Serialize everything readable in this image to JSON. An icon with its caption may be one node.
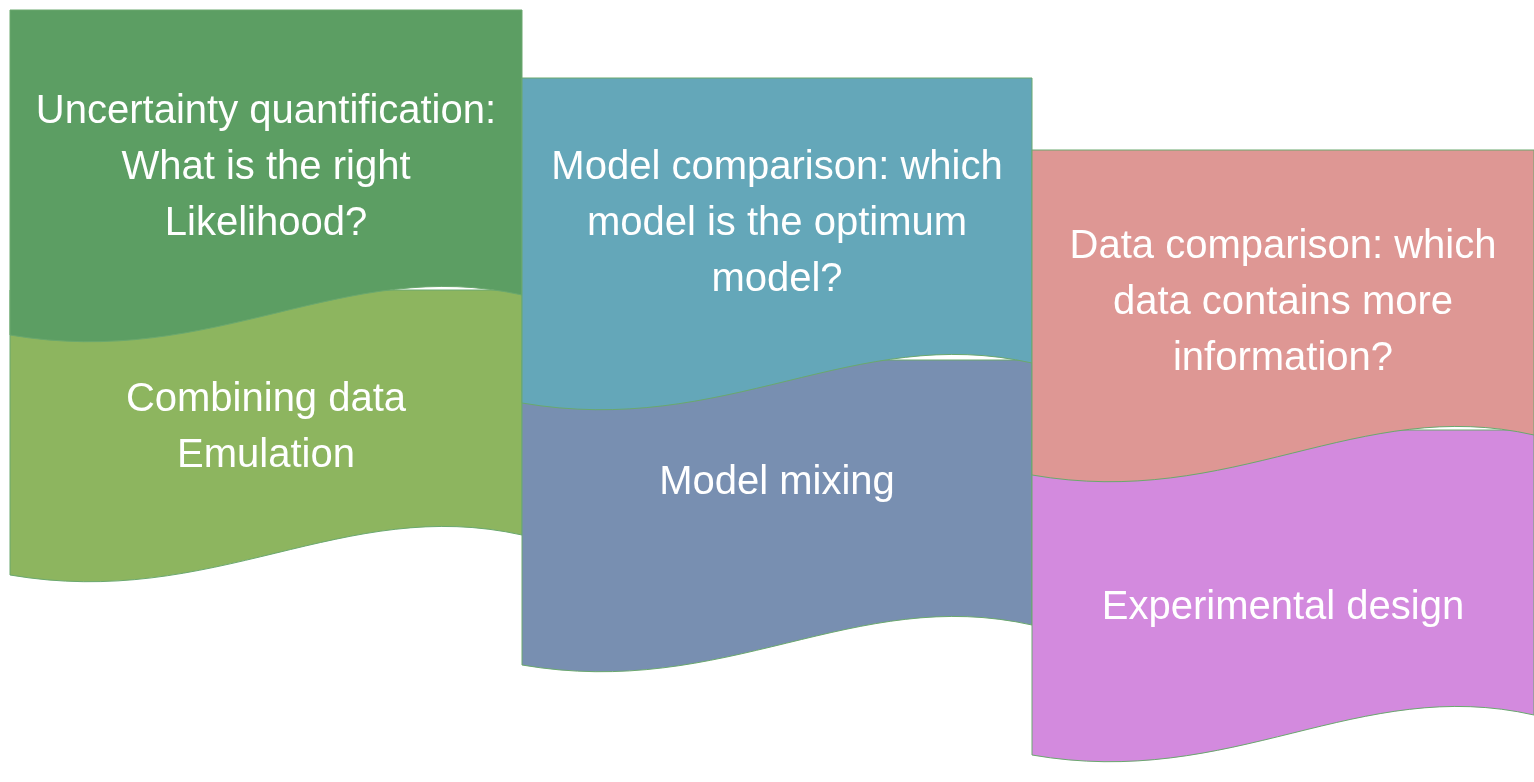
{
  "diagram": {
    "nodes": [
      {
        "text": [
          "Uncertainty quantification: What is the right Likelihood?"
        ]
      },
      {
        "text": [
          "Combining data",
          "Emulation"
        ]
      },
      {
        "text": [
          "Model comparison: which model is the optimum model?"
        ]
      },
      {
        "text": [
          "Model mixing"
        ]
      },
      {
        "text": [
          "Data comparison: which data contains more information?"
        ]
      },
      {
        "text": [
          "Experimental design"
        ]
      }
    ]
  }
}
